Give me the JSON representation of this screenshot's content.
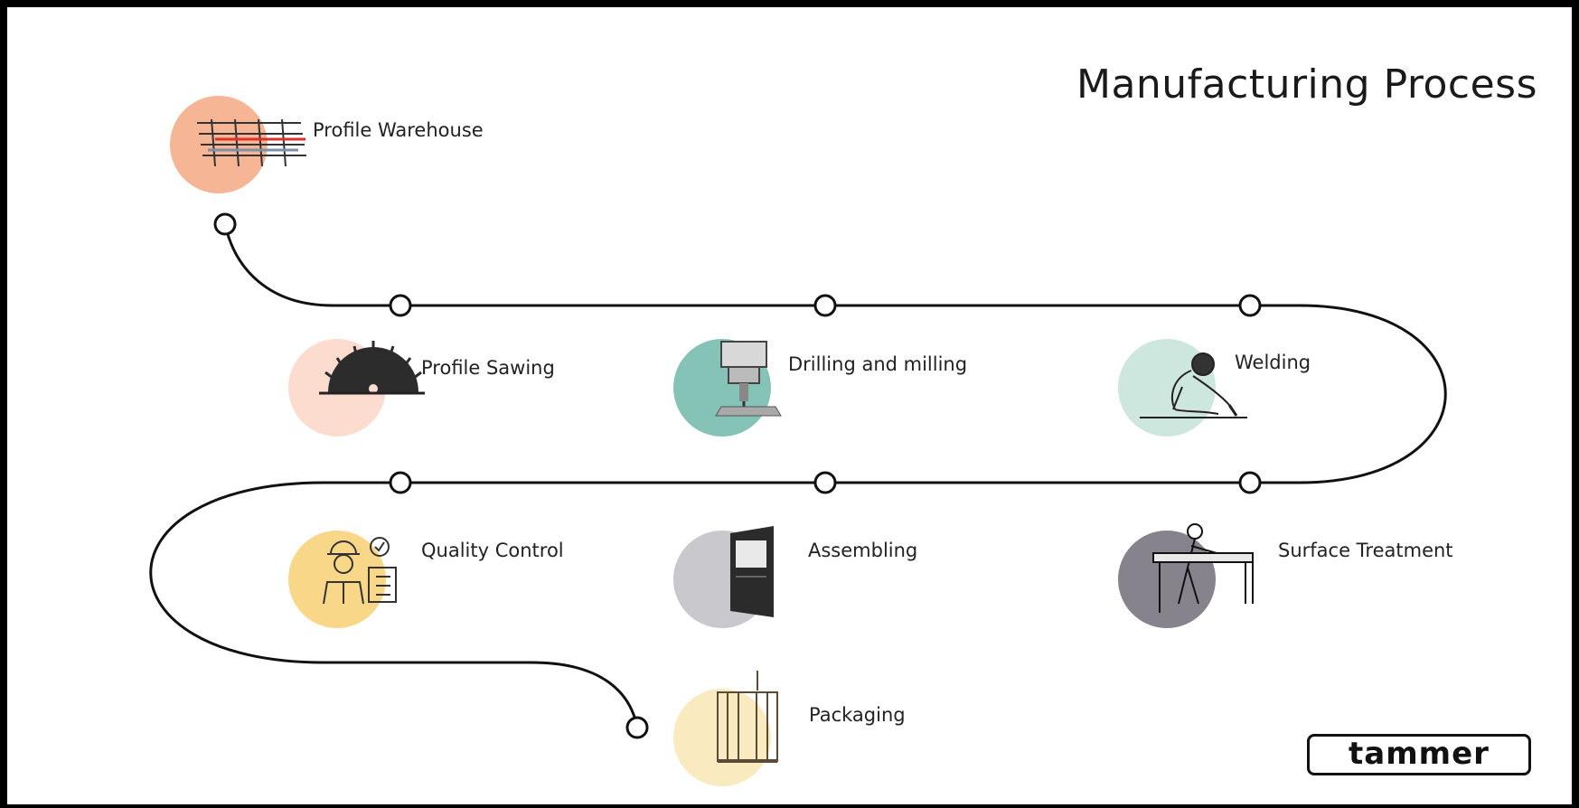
{
  "title": "Manufacturing Process",
  "brand": "tammer",
  "steps": [
    {
      "label": "Profile Warehouse",
      "color": "#f6b594",
      "icon": "warehouse-rack-icon"
    },
    {
      "label": "Profile Sawing",
      "color": "#fbdccf",
      "icon": "saw-blade-icon"
    },
    {
      "label": "Drilling and milling",
      "color": "#86c3b7",
      "icon": "drill-press-icon"
    },
    {
      "label": "Welding",
      "color": "#cde6de",
      "icon": "welder-icon"
    },
    {
      "label": "Quality Control",
      "color": "#f9d788",
      "icon": "inspector-icon"
    },
    {
      "label": "Assembling",
      "color": "#c9c8cc",
      "icon": "door-icon"
    },
    {
      "label": "Surface Treatment",
      "color": "#86838d",
      "icon": "worker-bench-icon"
    },
    {
      "label": "Packaging",
      "color": "#faeac0",
      "icon": "crate-icon"
    }
  ]
}
